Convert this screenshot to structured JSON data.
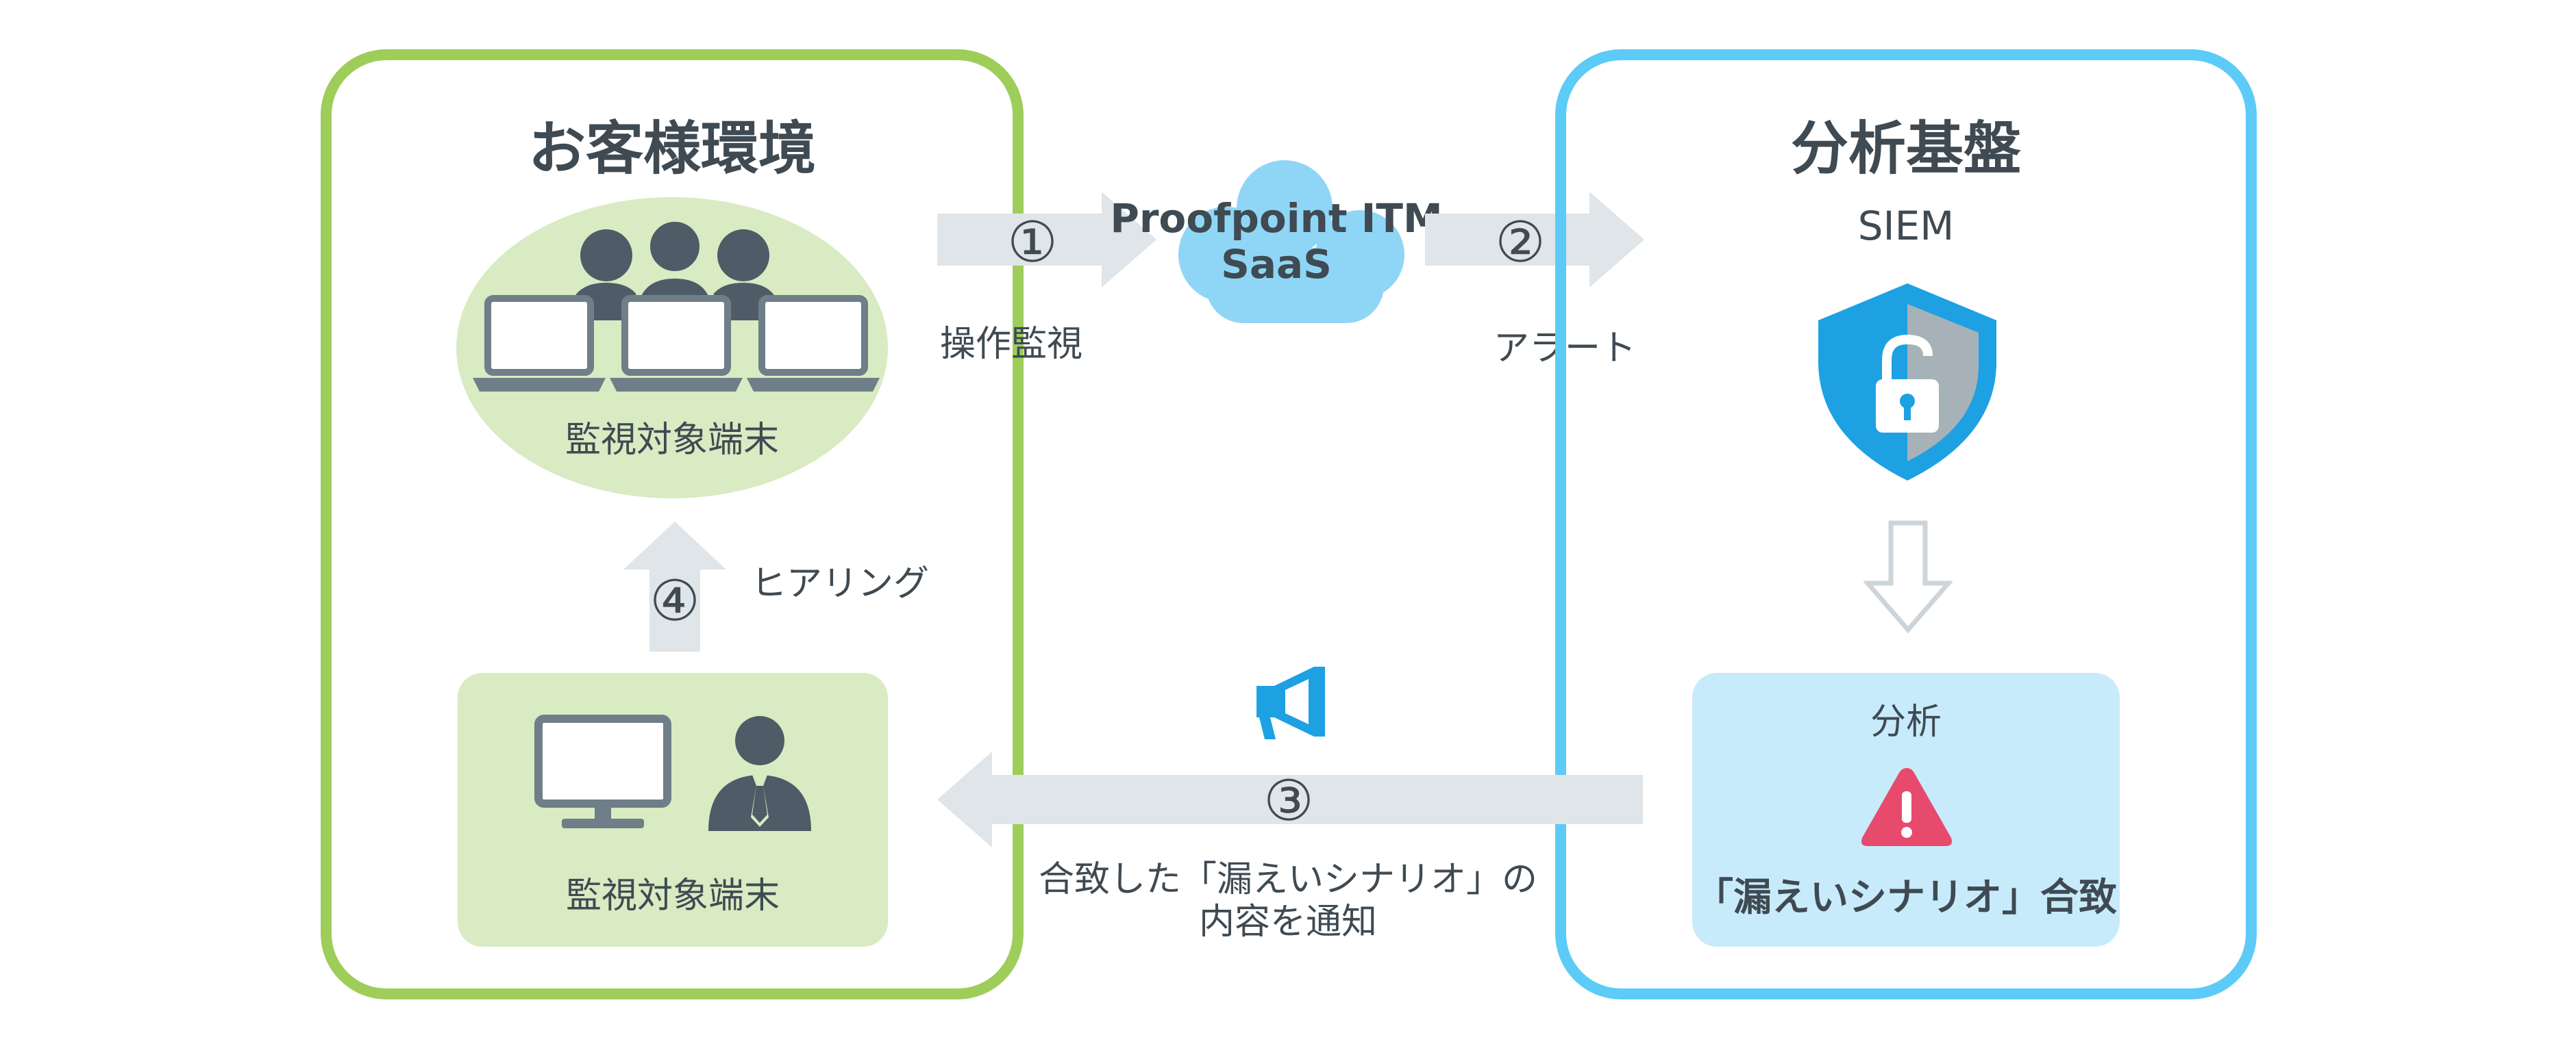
{
  "left_panel": {
    "title": "お客様環境",
    "endpoints_label": "監視対象端末",
    "admin_label": "監視対象端末",
    "color": "#9ecd5a"
  },
  "right_panel": {
    "title": "分析基盤",
    "siem_label": "SIEM",
    "analysis_label": "分析",
    "match_label": "「漏えいシナリオ」合致",
    "color": "#5ccbf7"
  },
  "cloud": {
    "line1": "Proofpoint ITM",
    "line2": "SaaS"
  },
  "steps": {
    "step1": {
      "number": "①",
      "label": "操作監視"
    },
    "step2": {
      "number": "②",
      "label": "アラート"
    },
    "step3": {
      "number": "③",
      "label_line1": "合致した「漏えいシナリオ」の",
      "label_line2": "内容を通知"
    },
    "step4": {
      "number": "④",
      "label": "ヒアリング"
    }
  },
  "colors": {
    "arrow": "#dfe5e8",
    "icon_dark": "#4f5b66",
    "shield_blue": "#1da1e2",
    "warning_red": "#e84a6d",
    "megaphone_blue": "#1da1e2"
  }
}
